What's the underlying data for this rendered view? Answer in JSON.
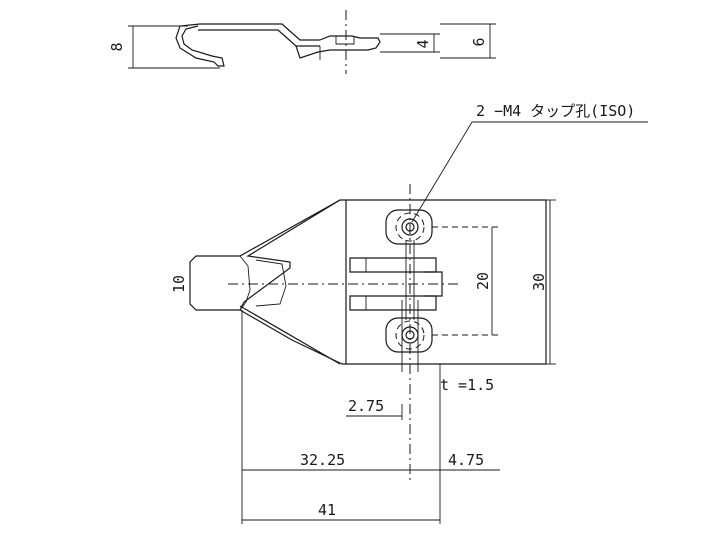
{
  "top_view": {
    "height_label": "8",
    "thickness_4_label": "4",
    "thickness_6_label": "6"
  },
  "front_view": {
    "tap_hole_note": "2 −M4 タップ孔(ISO)",
    "width_10_label": "10",
    "pitch_20_label": "20",
    "height_30_label": "30",
    "thickness_note": "t =1.5",
    "offset_2_75_label": "2.75",
    "length_32_25_label": "32.25",
    "length_4_75_label": "4.75",
    "overall_41_label": "41"
  }
}
